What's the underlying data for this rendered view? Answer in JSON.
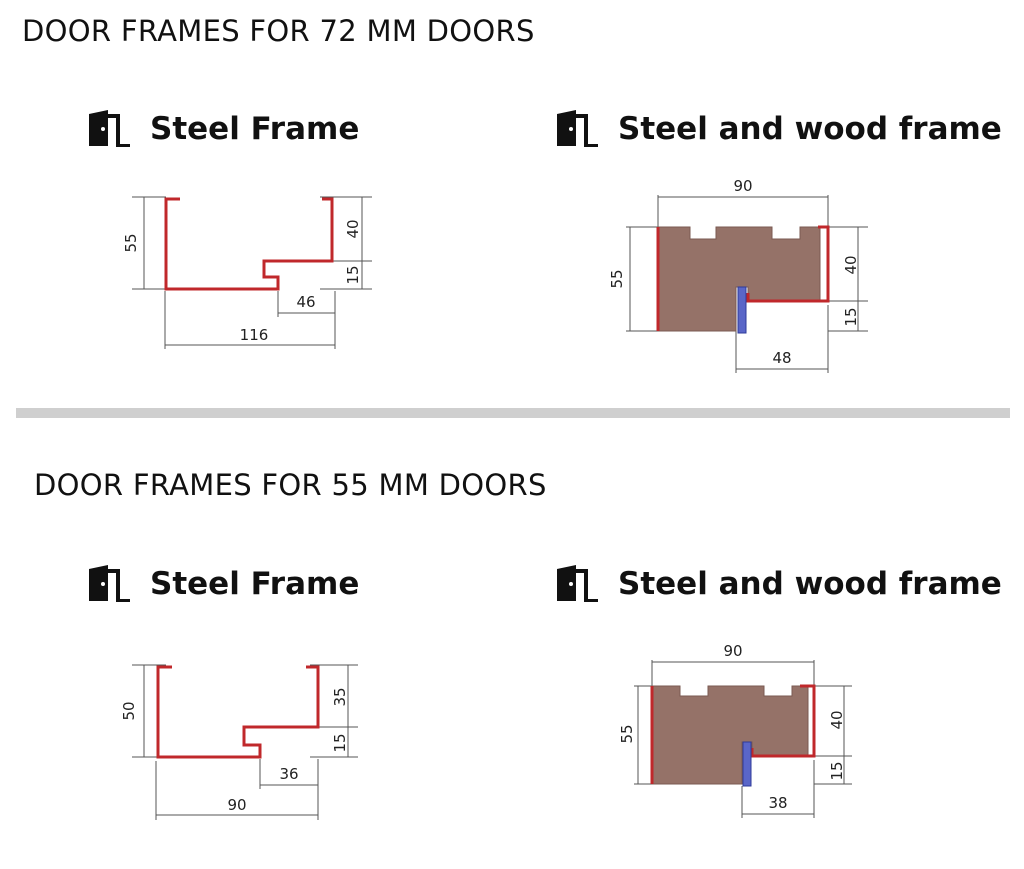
{
  "sections": [
    {
      "title": "DOOR FRAMES FOR 72 MM DOORS",
      "steel_frame": {
        "heading": "Steel Frame",
        "icon": "door-icon",
        "dims": {
          "height": "55",
          "right_upper": "40",
          "right_lower": "15",
          "step": "46",
          "width": "116"
        }
      },
      "wood_frame": {
        "heading": "Steel and wood frame",
        "icon": "door-icon",
        "dims": {
          "top": "90",
          "height": "55",
          "right_upper": "40",
          "right_lower": "15",
          "bottom": "48"
        }
      }
    },
    {
      "title": "DOOR FRAMES FOR 55 MM DOORS",
      "steel_frame": {
        "heading": "Steel Frame",
        "icon": "door-icon",
        "dims": {
          "height": "50",
          "right_upper": "35",
          "right_lower": "15",
          "step": "36",
          "width": "90"
        }
      },
      "wood_frame": {
        "heading": "Steel and wood frame",
        "icon": "door-icon",
        "dims": {
          "top": "90",
          "height": "55",
          "right_upper": "40",
          "right_lower": "15",
          "bottom": "38"
        }
      }
    }
  ],
  "colors": {
    "steel": "#c0282b",
    "wood": "#957268",
    "gasket": "#5a66c8",
    "divider": "#cfcfcf"
  }
}
